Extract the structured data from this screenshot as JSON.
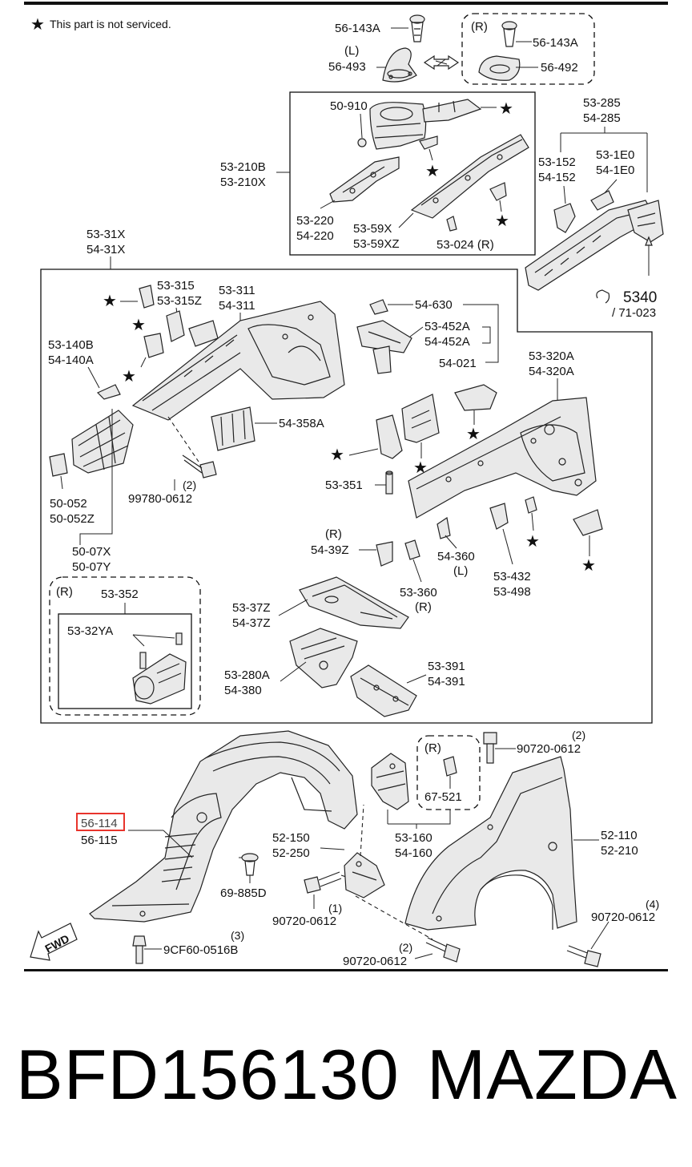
{
  "diagram": {
    "note": "This part is not serviced.",
    "side_labels": {
      "left": "(L)",
      "right": "(R)"
    },
    "fwd": "FWD",
    "highlight_color": "#e8342c",
    "labels": {
      "p56_143A_l": "56-143A",
      "p56_493": "56-493",
      "p56_143A_r": "56-143A",
      "p56_492": "56-492",
      "p50_910": "50-910",
      "p53_210B": "53-210B",
      "p53_210X": "53-210X",
      "p53_220": "53-220",
      "p54_220": "54-220",
      "p53_59X": "53-59X",
      "p53_59XZ": "53-59XZ",
      "p53_024": "53-024 (R)",
      "p53_285": "53-285",
      "p54_285": "54-285",
      "p53_152": "53-152",
      "p54_152": "54-152",
      "p53_1E0": "53-1E0",
      "p54_1E0": "54-1E0",
      "p5340": "5340",
      "p71_023": "/ 71-023",
      "p53_31X": "53-31X",
      "p54_31X": "54-31X",
      "p53_315": "53-315",
      "p53_315Z": "53-315Z",
      "p53_311": "53-311",
      "p54_311": "54-311",
      "p54_630": "54-630",
      "p53_452A": "53-452A",
      "p54_452A": "54-452A",
      "p54_021": "54-021",
      "p53_140B": "53-140B",
      "p54_140A": "54-140A",
      "p53_320A": "53-320A",
      "p54_320A": "54-320A",
      "p54_358A": "54-358A",
      "p53_351": "53-351",
      "p99780_qty": "(2)",
      "p99780": "99780-0612",
      "p50_052": "50-052",
      "p50_052Z": "50-052Z",
      "p50_07X": "50-07X",
      "p50_07Y": "50-07Y",
      "p54_39Z_side": "(R)",
      "p54_39Z": "54-39Z",
      "p54_360": "54-360",
      "p54_360_side": "(L)",
      "p53_360": "53-360",
      "p53_360_side": "(R)",
      "p53_432": "53-432",
      "p53_498": "53-498",
      "p53_352_side": "(R)",
      "p53_352": "53-352",
      "p53_32YA": "53-32YA",
      "p53_37Z": "53-37Z",
      "p54_37Z": "54-37Z",
      "p53_280A": "53-280A",
      "p54_380": "54-380",
      "p53_391": "53-391",
      "p54_391": "54-391",
      "p67_521_side": "(R)",
      "p67_521": "67-521",
      "p90720_top_qty": "(2)",
      "p90720_top": "90720-0612",
      "p56_114": "56-114",
      "p56_115": "56-115",
      "p52_150": "52-150",
      "p52_250": "52-250",
      "p53_160": "53-160",
      "p54_160": "54-160",
      "p52_110": "52-110",
      "p52_210": "52-210",
      "p69_885D": "69-885D",
      "p90720_mid_qty": "(1)",
      "p90720_mid": "90720-0612",
      "p90720_right_qty": "(4)",
      "p90720_right": "90720-0612",
      "p9CF60_qty": "(3)",
      "p9CF60": "9CF60-0516B",
      "p90720_bottom_qty": "(2)",
      "p90720_bottom": "90720-0612"
    }
  },
  "footer": {
    "part_number": "BFD156130",
    "brand": "MAZDA"
  }
}
